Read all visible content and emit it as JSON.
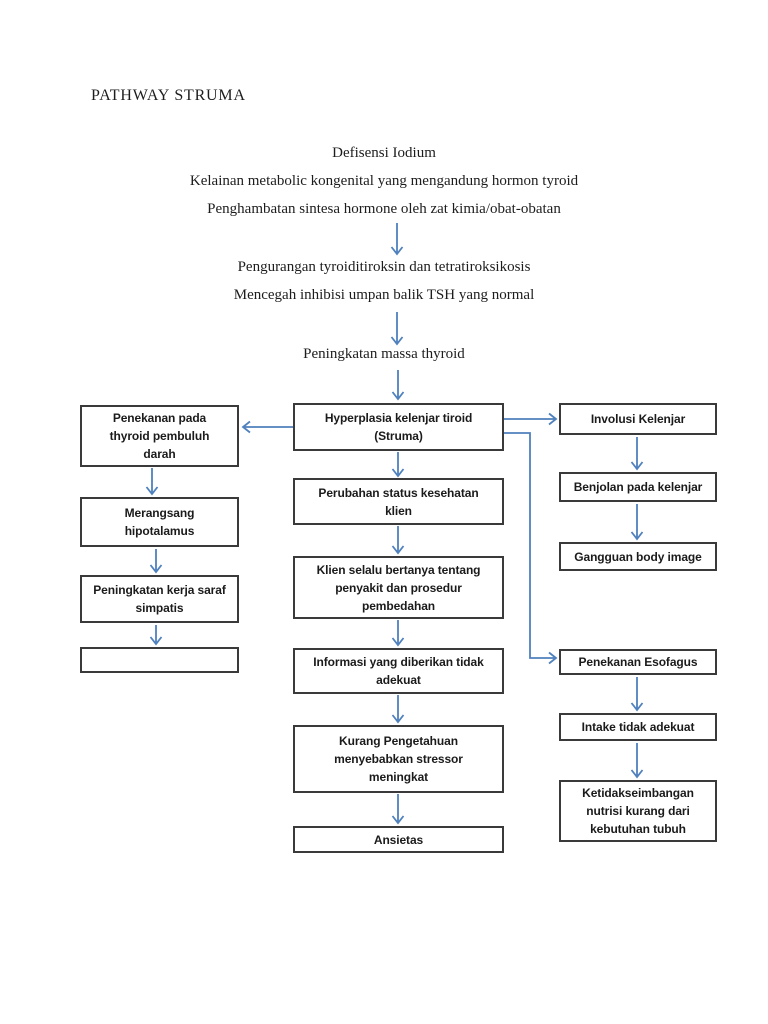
{
  "title": "PATHWAY STRUMA",
  "colors": {
    "arrow": "#4f81bd",
    "box_border": "#3a3a3a",
    "page_background": "#ffffff",
    "text": "#1d1d1d"
  },
  "sequence": {
    "step1": "Defisensi Iodium",
    "step2": "Kelainan metabolic kongenital yang mengandung hormon tyroid",
    "step3": "Penghambatan sintesa hormone oleh zat kimia/obat-obatan",
    "step4": "Pengurangan tyroiditiroksin dan tetratiroksikosis",
    "step5": "Mencegah inhibisi umpan balik TSH yang normal",
    "step6": "Peningkatan massa thyroid"
  },
  "boxes": {
    "center": {
      "hyperplasia": "Hyperplasia kelenjar tiroid\n(Struma)",
      "perubahan_status": "Perubahan status kesehatan\nklien",
      "klien_bertanya": "Klien selalu bertanya tentang\npenyakit dan prosedur\npembedahan",
      "informasi": "Informasi yang diberikan tidak\nadekuat",
      "kurang_pengetahuan": "Kurang Pengetahuan\nmenyebabkan stressor\nmeningkat",
      "ansietas": "Ansietas"
    },
    "left": {
      "penekanan_thyroid": "Penekanan pada\nthyroid pembuluh\ndarah",
      "merangsang": "Merangsang\nhipotalamus",
      "peningkatan_saraf": "Peningkatan kerja saraf\nsimpatis",
      "empty": ""
    },
    "right": {
      "involusi": "Involusi Kelenjar",
      "benjolan": "Benjolan pada kelenjar",
      "gangguan_body_image": "Gangguan body image",
      "penekanan_esofagus": "Penekanan Esofagus",
      "intake": "Intake tidak adekuat",
      "ketidakseimbangan": "Ketidakseimbangan\nnutrisi kurang dari\nkebutuhan tubuh"
    }
  }
}
